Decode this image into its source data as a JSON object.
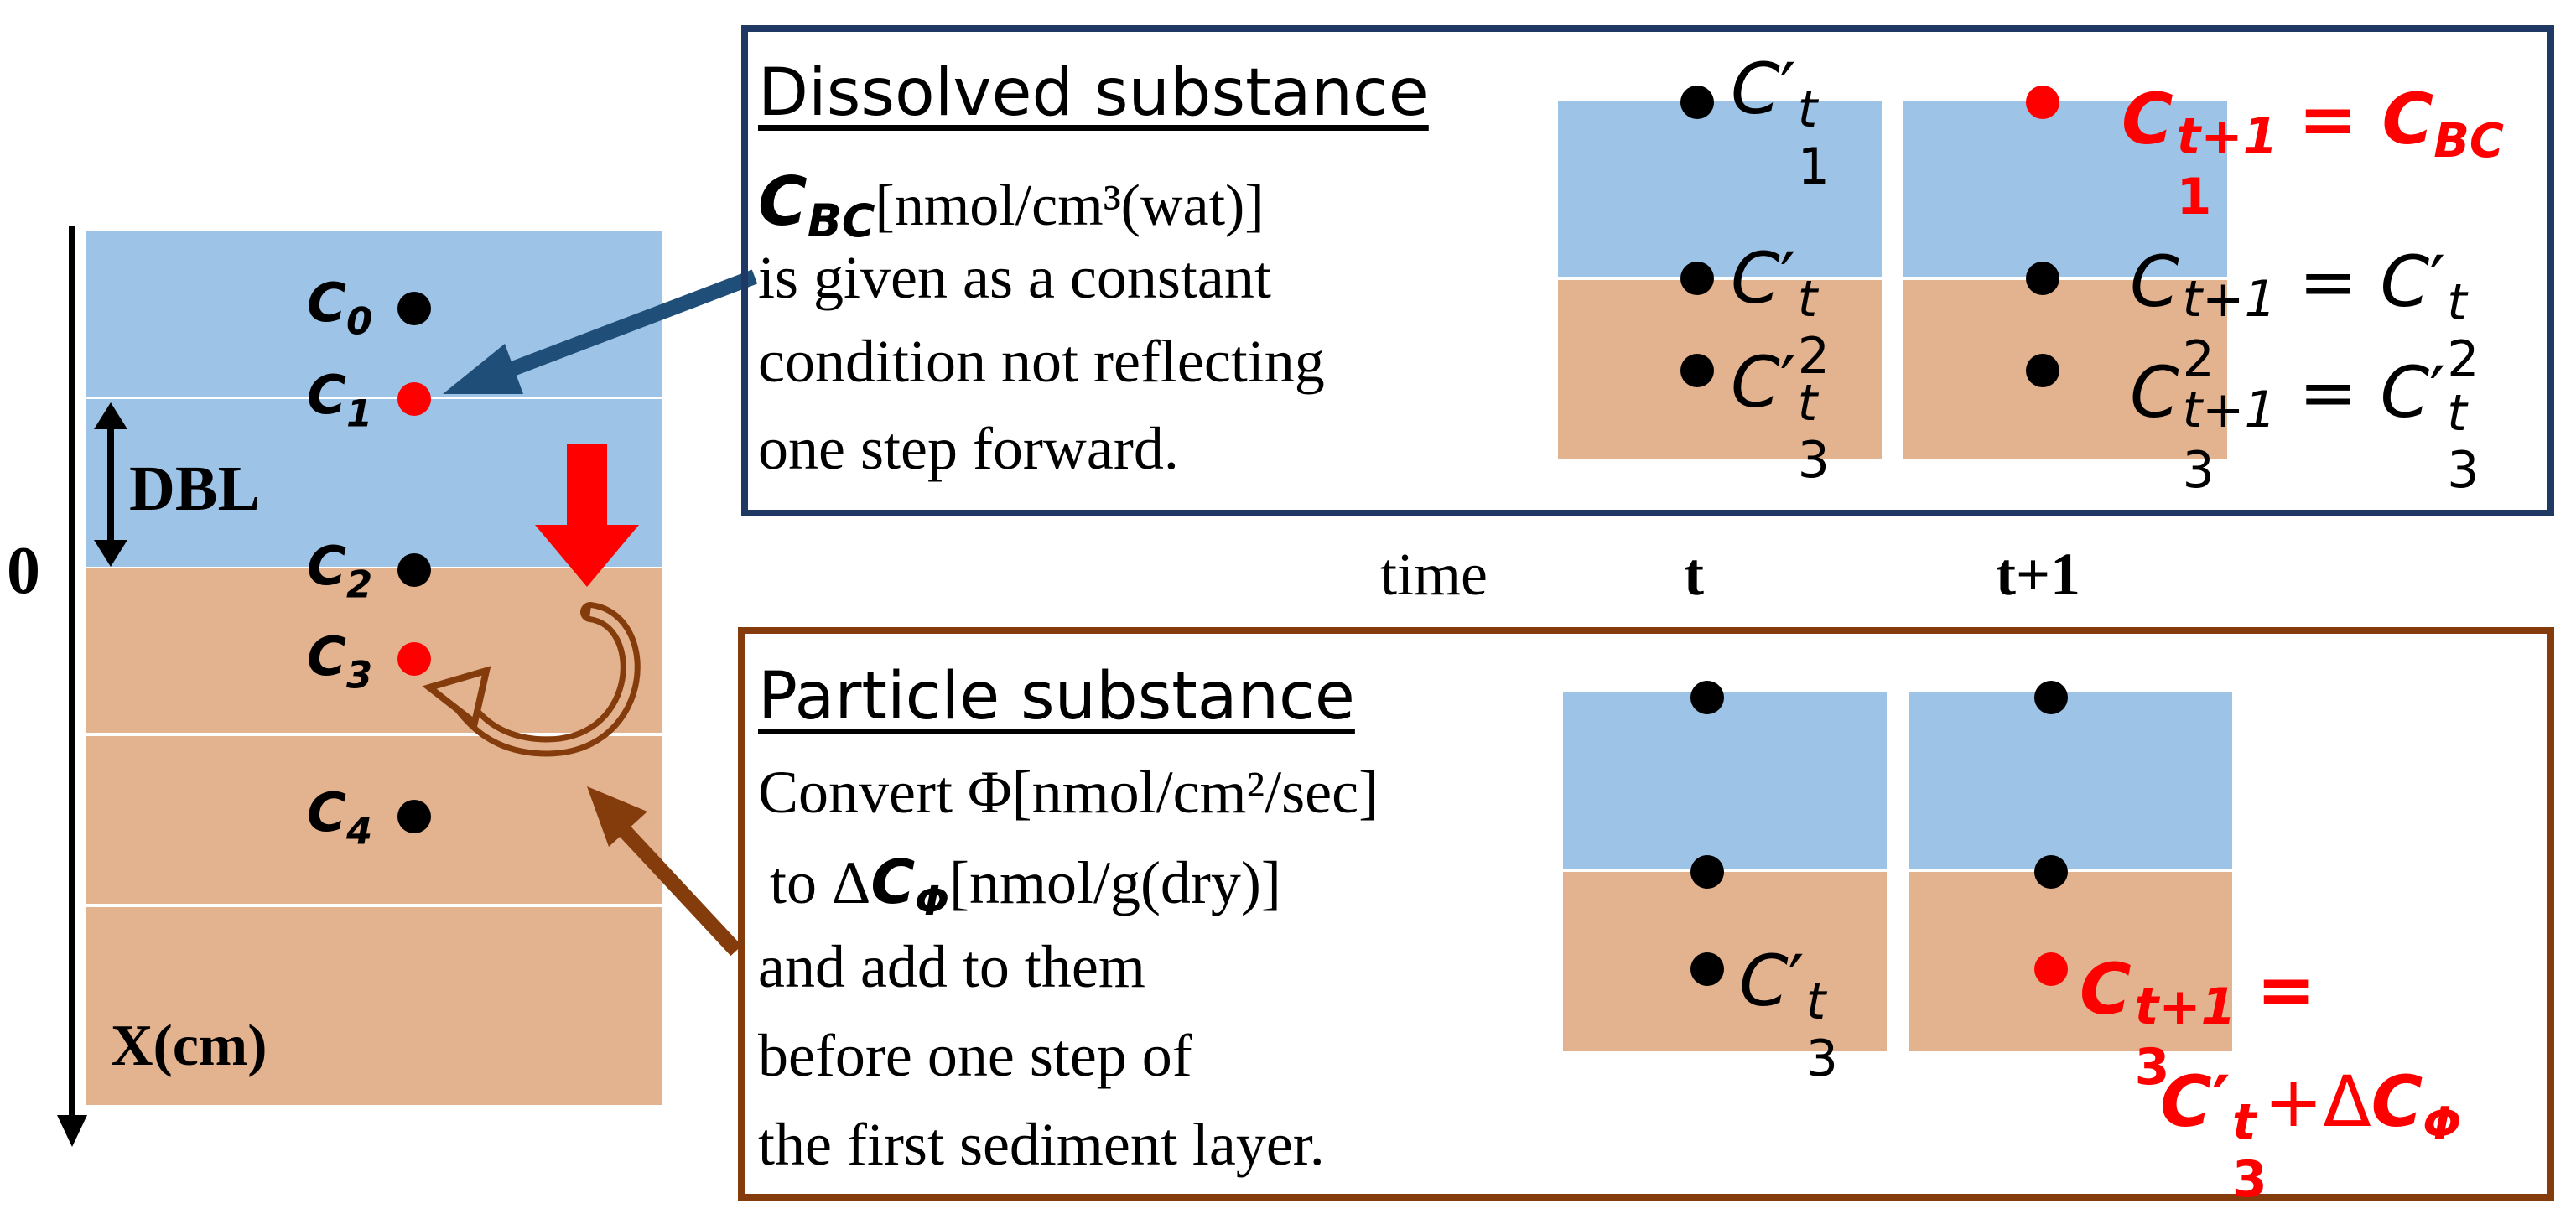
{
  "left_column": {
    "depth_zero_label": "0",
    "axis_label": "X(cm)",
    "dbl_label": "DBL",
    "concentrations": [
      {
        "base": "C",
        "sub": "0",
        "point_color": "#000000"
      },
      {
        "base": "C",
        "sub": "1",
        "point_color": "#ff0000"
      },
      {
        "base": "C",
        "sub": "2",
        "point_color": "#000000"
      },
      {
        "base": "C",
        "sub": "3",
        "point_color": "#ff0000"
      },
      {
        "base": "C",
        "sub": "4",
        "point_color": "#000000"
      }
    ]
  },
  "dissolved_panel": {
    "title": "Dissolved substance",
    "cbc_symbol": "C",
    "cbc_sub": "BC",
    "cbc_unit": "[nmol/cm³(wat)]",
    "line1": "is given as a constant",
    "line2": "condition not reflecting",
    "line3": "one step forward.",
    "t_labels": [
      {
        "base": "C",
        "prime": "′",
        "sup": "t",
        "sub": "1"
      },
      {
        "base": "C",
        "prime": "′",
        "sup": "t",
        "sub": "2"
      },
      {
        "base": "C",
        "prime": "′",
        "sup": "t",
        "sub": "3"
      }
    ],
    "t1_equations": [
      {
        "lhs_base": "C",
        "lhs_sup": "t+1",
        "lhs_sub": "1",
        "equals": " = ",
        "rhs_base": "C",
        "rhs_sub": "BC",
        "color": "#ff0000"
      },
      {
        "lhs_base": "C",
        "lhs_sup": "t+1",
        "lhs_sub": "2",
        "equals": " = ",
        "rhs_base": "C",
        "rhs_prime": "′",
        "rhs_sup": "t",
        "rhs_sub": "2",
        "color": "#000000"
      },
      {
        "lhs_base": "C",
        "lhs_sup": "t+1",
        "lhs_sub": "3",
        "equals": " = ",
        "rhs_base": "C",
        "rhs_prime": "′",
        "rhs_sup": "t",
        "rhs_sub": "3",
        "color": "#000000"
      }
    ]
  },
  "timeline": {
    "time_label": "time",
    "t_label": "t",
    "t1_label": "t+1"
  },
  "particle_panel": {
    "title": "Particle substance",
    "line1_pre": "Convert Φ",
    "line1_unit": "[nmol/cm²/sec]",
    "line2_pre": "to Δ",
    "line2_sym": "C",
    "line2_sub": "Φ",
    "line2_unit": "[nmol/g(dry)]",
    "line3": "and add to them",
    "line4": "before one step of",
    "line5": "the first sediment layer.",
    "t_label": {
      "base": "C",
      "prime": "′",
      "sup": "t",
      "sub": "3"
    },
    "t1_equation": {
      "lhs_base": "C",
      "lhs_sup": "t+1",
      "lhs_sub": "3",
      "equals": " =",
      "rhs_base": "C",
      "rhs_prime": "′",
      "rhs_sup": "t",
      "rhs_sub": "3",
      "plus": "+Δ",
      "delta_base": "C",
      "delta_sub": "Φ",
      "color": "#ff0000"
    }
  },
  "colors": {
    "water": "#9dc3e6",
    "sediment": "#e3b28f",
    "dissolved_border": "#203864",
    "particle_border": "#843c0c",
    "blue_arrow": "#1f4e79",
    "brown_arrow": "#843c0c",
    "red": "#ff0000"
  }
}
